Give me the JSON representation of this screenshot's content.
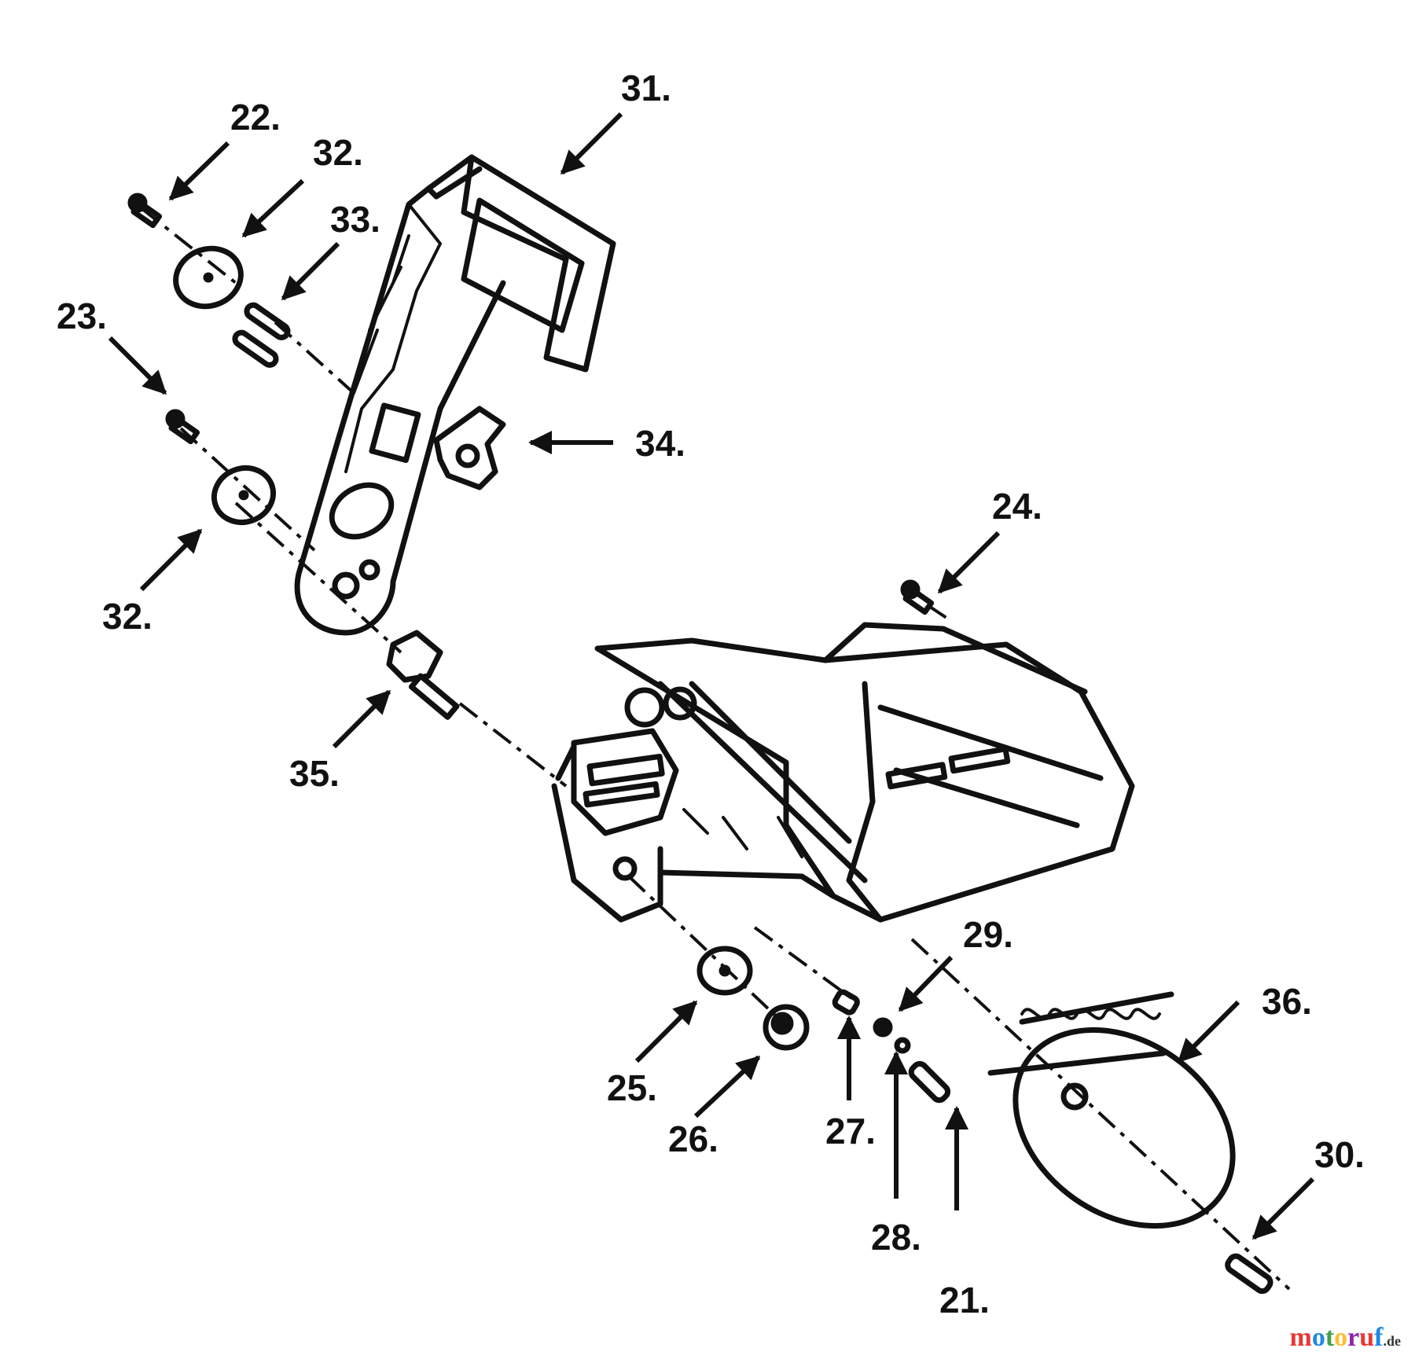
{
  "callouts": [
    {
      "id": "c31",
      "label": "31."
    },
    {
      "id": "c22",
      "label": "22."
    },
    {
      "id": "c32a",
      "label": "32."
    },
    {
      "id": "c33",
      "label": "33."
    },
    {
      "id": "c23",
      "label": "23."
    },
    {
      "id": "c34",
      "label": "34."
    },
    {
      "id": "c32b",
      "label": "32."
    },
    {
      "id": "c35",
      "label": "35."
    },
    {
      "id": "c24",
      "label": "24."
    },
    {
      "id": "c29",
      "label": "29."
    },
    {
      "id": "c36",
      "label": "36."
    },
    {
      "id": "c25",
      "label": "25."
    },
    {
      "id": "c26",
      "label": "26."
    },
    {
      "id": "c27",
      "label": "27."
    },
    {
      "id": "c28",
      "label": "28."
    },
    {
      "id": "c21",
      "label": "21."
    },
    {
      "id": "c30",
      "label": "30."
    }
  ],
  "watermark": {
    "text_main": "motoruf",
    "text_suffix": ".de",
    "colors": [
      "#e53935",
      "#1e88e5",
      "#43a047",
      "#fbc02d",
      "#8e24aa"
    ]
  }
}
